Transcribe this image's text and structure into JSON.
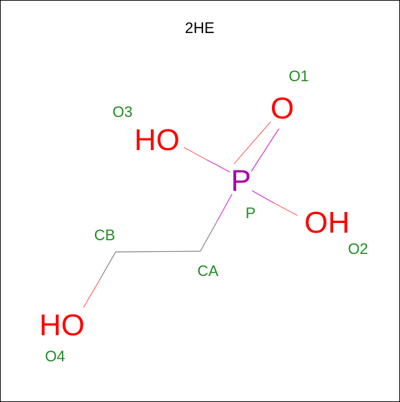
{
  "title": "2HE",
  "colors": {
    "oxygen": "#ff0000",
    "phosphorus": "#aa00aa",
    "carbon_bond": "#808080",
    "atom_label": "#228b22",
    "frame": "#000000"
  },
  "atoms": {
    "o1": {
      "symbol": "O",
      "name": "O1"
    },
    "o2": {
      "symbol": "OH",
      "name": "O2"
    },
    "o3": {
      "symbol": "HO",
      "name": "O3"
    },
    "o4": {
      "symbol": "HO",
      "name": "O4"
    },
    "p": {
      "symbol": "P",
      "name": "P"
    },
    "ca": {
      "name": "CA"
    },
    "cb": {
      "name": "CB"
    }
  }
}
